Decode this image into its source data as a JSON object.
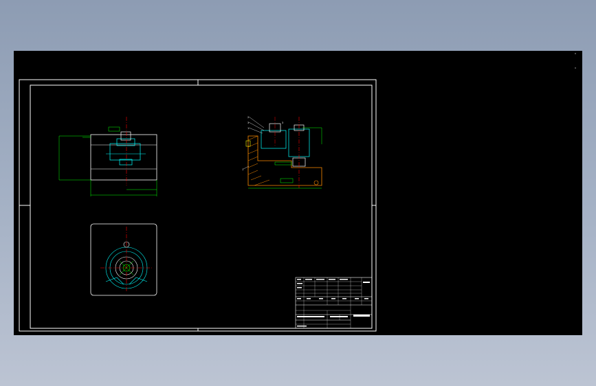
{
  "app": {
    "window_title": "",
    "background_color": "#8d9cb3",
    "canvas_color": "#000000"
  },
  "drawing": {
    "line_color": "#ffffff",
    "dimension_color": "#00ff00",
    "centerline_color": "#ff0000",
    "part_color": "#00ffff",
    "hatch_color": "#ff8c00",
    "part_numbers": [
      "2",
      "3",
      "1",
      "1",
      "3"
    ],
    "technical_requirements": {
      "title": "",
      "lines": [
        "",
        "",
        "",
        "",
        "",
        "",
        ""
      ]
    },
    "title_block": {
      "drawing_name": "",
      "column_labels": [
        "",
        "",
        "",
        "",
        "",
        "",
        ""
      ]
    }
  }
}
